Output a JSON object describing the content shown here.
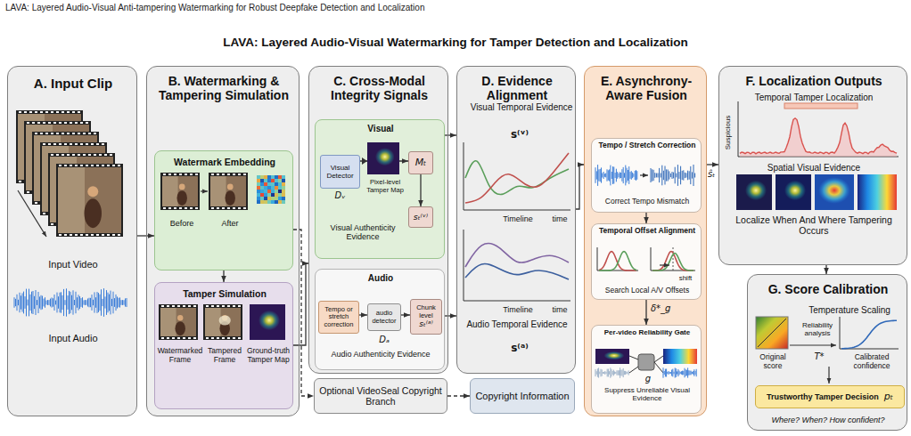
{
  "diagram": {
    "title": "LAVA: Layered Audio-Visual Watermarking for Tamper Detection and Localization",
    "nodes": [
      {
        "text": [
          "A. Input Clip",
          "Input Video",
          "Input Audio"
        ]
      },
      {
        "text": [
          "B. Watermarking & Tampering Simulation"
        ]
      },
      {
        "text": [
          "Watermark Embedding",
          "Before",
          "After"
        ],
        "in": 1
      },
      {
        "text": [
          "Tamper Simulation",
          "Watermarked Frame",
          "Tampered Frame",
          "Ground-truth Tamper Map"
        ],
        "in": 1
      },
      {
        "text": [
          "C. Cross-Modal Integrity Signals"
        ]
      },
      {
        "text": [
          "Visual",
          "Dᵥ",
          "Pixel-level Tamper Map",
          "Visual Authenticity Evidence"
        ],
        "in": 4
      },
      {
        "text": [
          "Visual Detector"
        ],
        "in": 5
      },
      {
        "text": [
          "Mₜ"
        ],
        "in": 5
      },
      {
        "text": [
          "sₜ⁽ᵛ⁾"
        ],
        "in": 5
      },
      {
        "text": [
          "Audio",
          "Dₐ",
          "Audio Authenticity Evidence"
        ],
        "in": 4
      },
      {
        "text": [
          "Tempo or stretch correction"
        ],
        "in": 9
      },
      {
        "text": [
          "audio detector"
        ],
        "in": 9
      },
      {
        "text": [
          "Chunk level",
          "sₜ⁽ᵃ⁾"
        ],
        "in": 9
      },
      {
        "text": [
          "Optional VideoSeal Copyright Branch"
        ]
      },
      {
        "text": [
          "D. Evidence Alignment",
          "Visual Temporal Evidence",
          "s⁽ᵛ⁾",
          "Timeline",
          "time",
          "Timeline",
          "time",
          "Audio Temporal Evidence",
          "s⁽ᵃ⁾"
        ]
      },
      {
        "text": [
          "Copyright Information"
        ]
      },
      {
        "text": [
          "E. Asynchrony-Aware Fusion"
        ]
      },
      {
        "text": [
          "Tempo / Stretch Correction",
          "Correct Tempo Mismatch"
        ],
        "in": 16
      },
      {
        "text": [
          "Temporal Offset Alignment",
          "shift",
          "Search Local A/V Offsets"
        ],
        "in": 16
      },
      {
        "text": [
          "Per-video Reliability Gate",
          "g",
          "Suppress Unreliable Visual Evidence"
        ],
        "in": 16
      },
      {
        "text": [
          "F. Localization Outputs",
          "Temporal Tamper Localization",
          "Suspicious",
          "Spatial Visual Evidence",
          "Localize When And Where Tampering Occurs"
        ]
      },
      {
        "text": [
          "G. Score Calibration",
          "Temperature Scaling",
          "Original score",
          "Reliability analysis",
          "T*",
          "Calibrated confidence",
          "Where? When? How confident?"
        ]
      },
      {
        "text": [
          "Trustworthy Tamper Decision",
          "pₜ"
        ],
        "in": 21
      }
    ],
    "edges": [
      {
        "from": 0,
        "to": 2,
        "arrow": "to"
      },
      {
        "from": 2,
        "to": 3,
        "arrow": "to"
      },
      {
        "from": 3,
        "to": 4,
        "arrow": "to"
      },
      {
        "from": 2,
        "to": 13,
        "arrow": "to"
      },
      {
        "from": 13,
        "to": 15,
        "arrow": "to"
      },
      {
        "from": 6,
        "to": 7,
        "arrow": "to"
      },
      {
        "from": 7,
        "to": 8,
        "arrow": "to"
      },
      {
        "from": 10,
        "to": 11,
        "arrow": "to"
      },
      {
        "from": 11,
        "to": 12,
        "arrow": "to"
      },
      {
        "from": 5,
        "to": 14,
        "arrow": "to"
      },
      {
        "from": 9,
        "to": 14,
        "arrow": "to"
      },
      {
        "from": 14,
        "to": 16,
        "arrow": "to"
      },
      {
        "from": 17,
        "to": 18,
        "arrow": "to"
      },
      {
        "from": 18,
        "to": 19,
        "label": "δ*_g",
        "arrow": "to"
      },
      {
        "from": 16,
        "to": 20,
        "label": "ŝₜ",
        "arrow": "to"
      },
      {
        "from": 20,
        "to": 21,
        "arrow": "to"
      }
    ],
    "labels": [
      "LAVA: Layered Audio-Visual Anti-tampering Watermarking for Robust Deepfake Detection and Localization"
    ]
  }
}
